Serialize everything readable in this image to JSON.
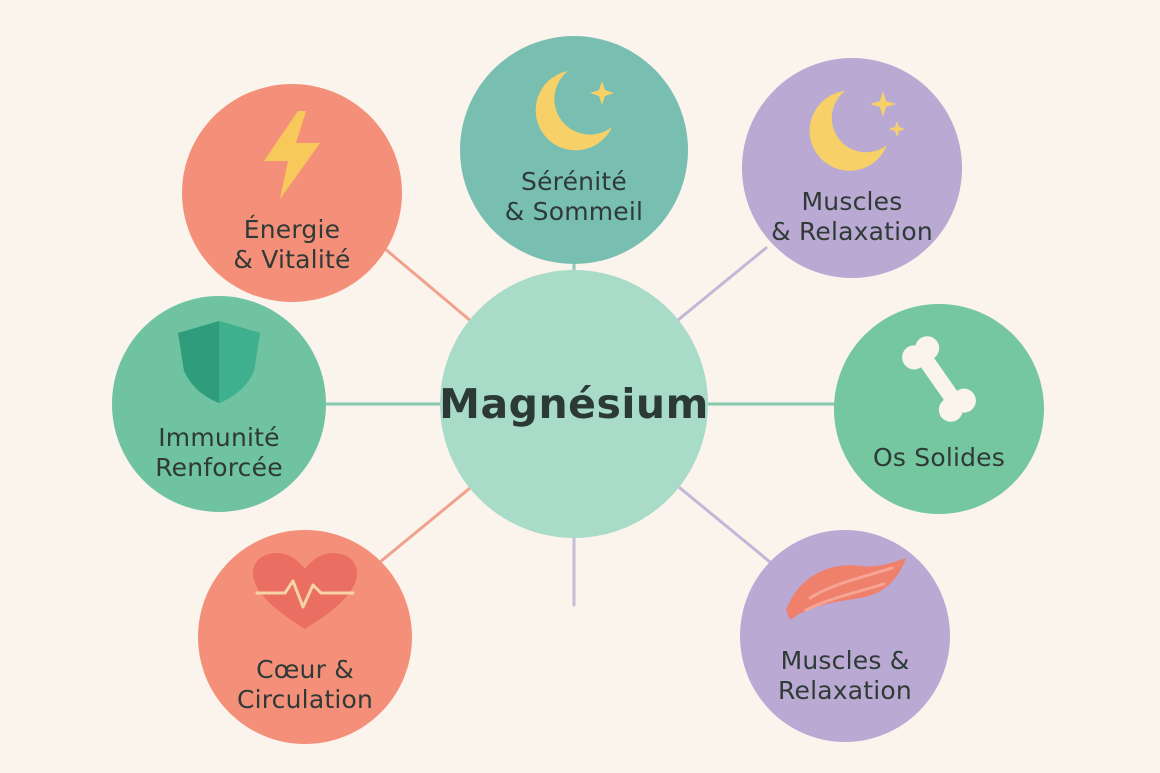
{
  "center": {
    "label": "Magnésium",
    "color": "#a8dcc8"
  },
  "nodes": [
    {
      "id": "energy",
      "lines": [
        "Énergie",
        "& Vitalité"
      ],
      "color": "#f4907a",
      "icon": "lightning-icon",
      "link": "#f0a28e"
    },
    {
      "id": "sleep",
      "lines": [
        "Sérénité",
        "& Sommeil"
      ],
      "color": "#78bfb2",
      "icon": "moon-icon",
      "link": "#8fc9b5"
    },
    {
      "id": "muscles-top",
      "lines": [
        "Muscles",
        "& Relaxation"
      ],
      "color": "#b9a9d3",
      "icon": "moon-star-icon",
      "link": "#c3b6d8"
    },
    {
      "id": "immunity",
      "lines": [
        "Immunité",
        "Renforcée"
      ],
      "color": "#6fc3a0",
      "icon": "shield-icon",
      "link": "#86c9ad"
    },
    {
      "id": "bones",
      "lines": [
        "Os Solides"
      ],
      "color": "#74c79f",
      "icon": "bone-icon",
      "link": "#86c9ad"
    },
    {
      "id": "heart",
      "lines": [
        "Cœur &",
        "Circulation"
      ],
      "color": "#f4907a",
      "icon": "heart-icon",
      "link": "#f0a28e"
    },
    {
      "id": "muscles-bottom",
      "lines": [
        "Muscles &",
        "Relaxation"
      ],
      "color": "#b9a9d3",
      "icon": "muscle-icon",
      "link": "#c3b6d8"
    }
  ]
}
